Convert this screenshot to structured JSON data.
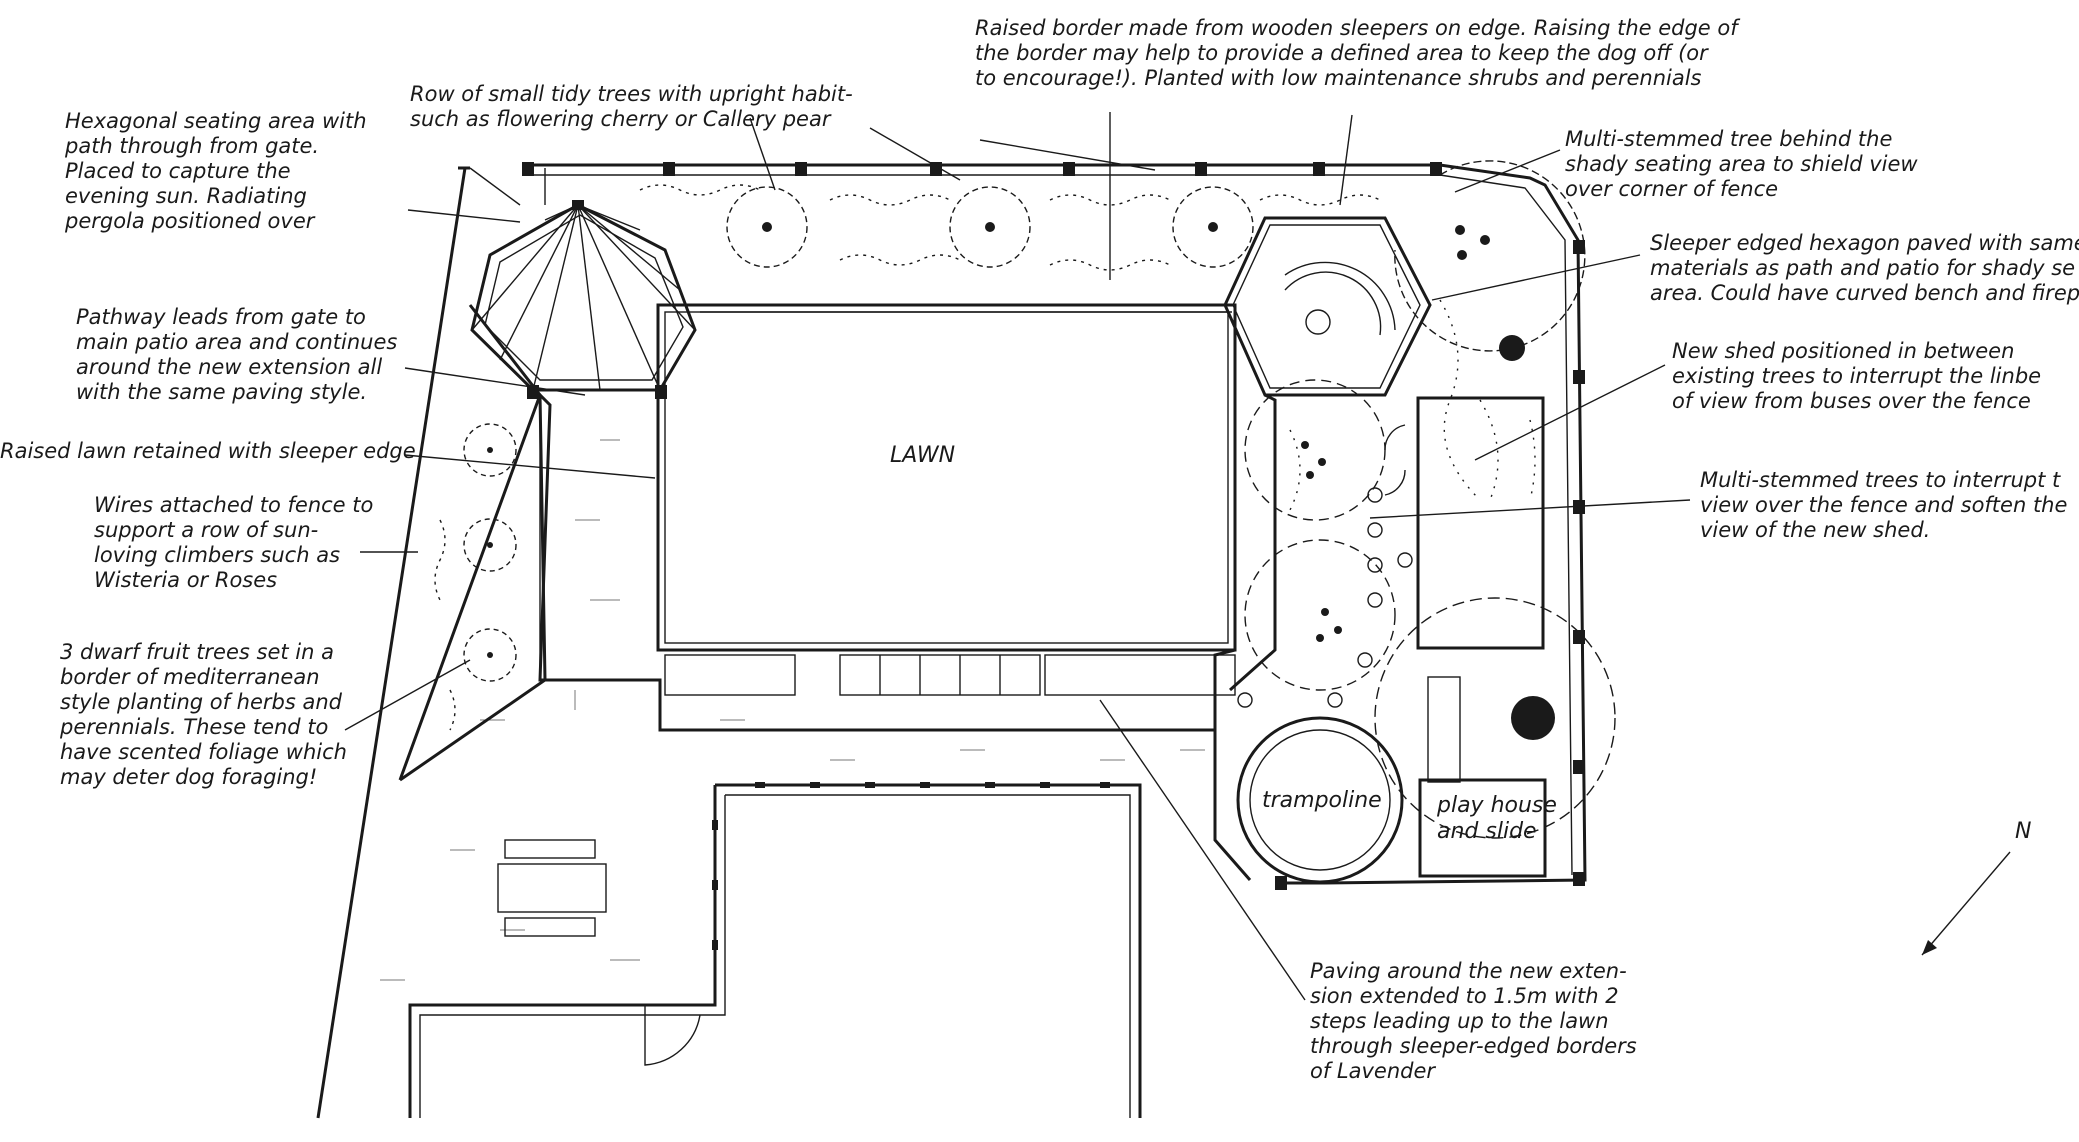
{
  "annotations": {
    "hexagonal_seating": [
      "Hexagonal seating area with",
      "path through from gate.",
      "Placed to capture the",
      "evening sun. Radiating",
      "pergola positioned over"
    ],
    "row_of_trees": [
      "Row of small tidy trees with upright habit-",
      "such as flowering cherry or Callery pear"
    ],
    "raised_border": [
      "Raised border made from wooden sleepers on edge. Raising the edge of",
      "the border may help to provide a defined area to keep the dog off (or",
      "to encourage!). Planted with low maintenance shrubs and perennials"
    ],
    "multi_stemmed_tree": [
      "Multi-stemmed tree behind the",
      "shady seating area to shield view",
      "over corner of fence"
    ],
    "sleeper_hexagon": [
      "Sleeper edged hexagon paved with same",
      "materials as path and patio for shady se",
      "area. Could have curved bench and firep"
    ],
    "pathway": [
      "Pathway leads from gate to",
      "main patio area and continues",
      "around the new extension all",
      "with the same paving style."
    ],
    "raised_lawn": [
      "Raised lawn retained with sleeper edge"
    ],
    "new_shed": [
      "New shed positioned in between",
      "existing trees to interrupt the linbe",
      "of view from buses over the fence"
    ],
    "wires": [
      "Wires attached to fence to",
      "support a row of sun-",
      "loving climbers such as",
      "Wisteria or Roses"
    ],
    "multi_stemmed_trees": [
      "Multi-stemmed trees to interrupt t",
      "view over the fence and soften the",
      "view of the new shed."
    ],
    "fruit_trees": [
      "3 dwarf fruit trees set in a",
      "border of mediterranean",
      "style planting of herbs and",
      "perennials. These tend to",
      "have scented foliage which",
      "may deter dog foraging!"
    ],
    "paving_extension": [
      "Paving around the new exten-",
      "sion extended to 1.5m  with 2",
      "steps leading up to the lawn",
      "through sleeper-edged borders",
      "of Lavender"
    ]
  },
  "labels": {
    "lawn": "LAWN",
    "trampoline": "trampoline",
    "play_house": [
      "play house",
      "and slide"
    ],
    "north": "N"
  }
}
